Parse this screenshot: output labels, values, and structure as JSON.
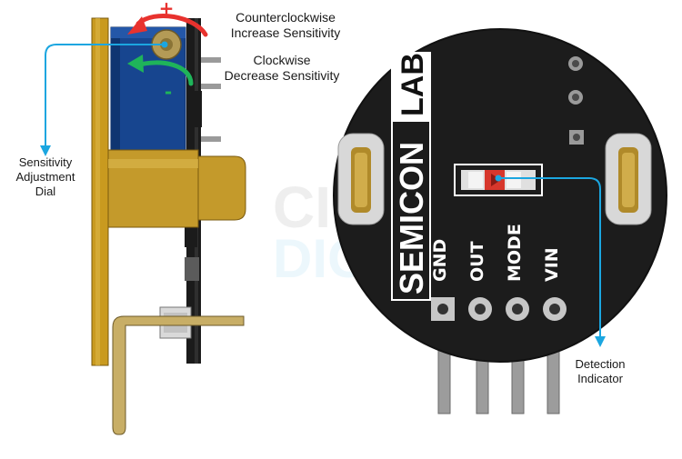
{
  "annotations": {
    "ccw_line1": "Counterclockwise",
    "ccw_line2": "Increase Sensitivity",
    "cw_line1": "Clockwise",
    "cw_line2": "Decrease Sensitivity",
    "dial_line1": "Sensitivity",
    "dial_line2": "Adjustment",
    "dial_line3": "Dial",
    "indicator_line1": "Detection",
    "indicator_line2": "Indicator",
    "plus_sign": "+",
    "minus_sign": "-"
  },
  "board": {
    "brand_part1": "SEMICON",
    "brand_part2": "LAB",
    "pins": [
      "GND",
      "OUT",
      "MODE",
      "VIN"
    ]
  },
  "watermark": {
    "line1": "CIRCUIT",
    "line2": "DIGEST"
  },
  "colors": {
    "increase_arrow": "#e8322e",
    "decrease_arrow": "#1fb45a",
    "callout": "#1ba6e0",
    "pcb_blue": "#17458f",
    "gold": "#c99a1f"
  }
}
